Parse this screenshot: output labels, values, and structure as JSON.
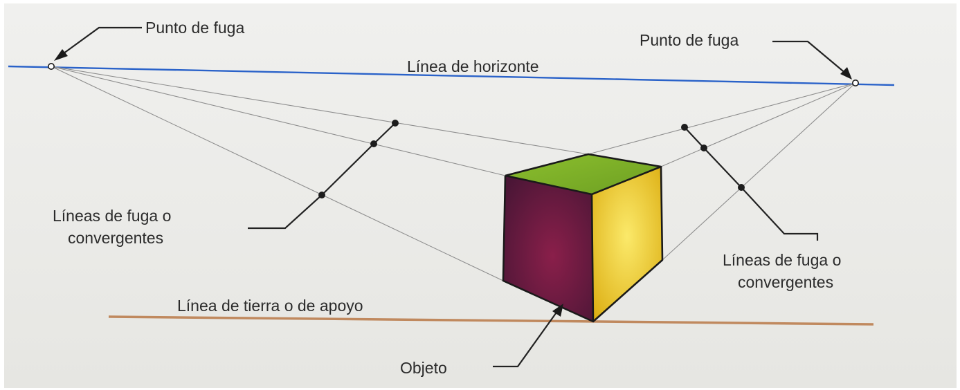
{
  "labels": {
    "vanishing_point_left": "Punto de fuga",
    "vanishing_point_right": "Punto de fuga",
    "horizon_line": "Línea de horizonte",
    "converging_lines_left_1": "Líneas de fuga o",
    "converging_lines_left_2": "convergentes",
    "converging_lines_right_1": "Líneas de fuga o",
    "converging_lines_right_2": "convergentes",
    "ground_line": "Línea de tierra o de apoyo",
    "object": "Objeto"
  },
  "colors": {
    "horizon_line": "#2a62c9",
    "ground_line": "#c0895e",
    "cube_top": "#7fb02a",
    "cube_left": "#5a1a3e",
    "cube_right": "#e6c21c",
    "cube_edge": "#1a1a1a"
  }
}
